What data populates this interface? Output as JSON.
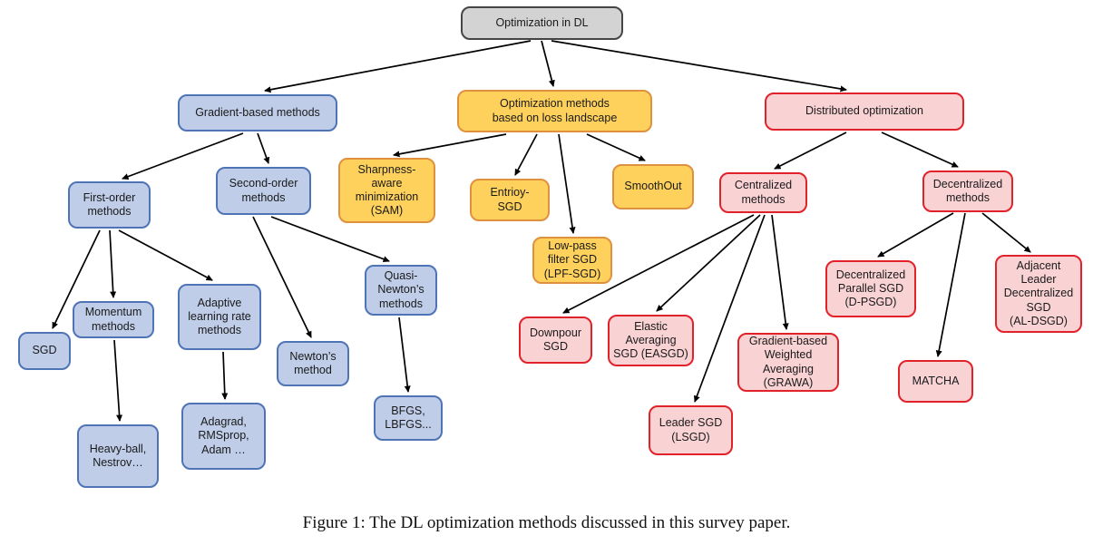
{
  "figure": {
    "caption": "Figure 1: The DL optimization methods discussed in this survey paper."
  },
  "palette": {
    "root_fill": "#d3d3d3",
    "root_border": "#454545",
    "gradient_fill": "#bfcde9",
    "gradient_border": "#4f74b6",
    "landscape_fill": "#fed15c",
    "landscape_border": "#e0913f",
    "distributed_fill": "#f9d2d4",
    "distributed_border": "#e2222a",
    "arrow_color": "#000000"
  },
  "tree": {
    "label": "Optimization in DL",
    "children": [
      {
        "label": "Gradient-based methods",
        "children": [
          {
            "label": "First-order\nmethods",
            "children": [
              {
                "label": "SGD"
              },
              {
                "label": "Momentum\nmethods",
                "children": [
                  {
                    "label": "Heavy-ball,\nNestrov…"
                  }
                ]
              },
              {
                "label": "Adaptive\nlearning rate\nmethods",
                "children": [
                  {
                    "label": "Adagrad,\nRMSprop,\nAdam …"
                  }
                ]
              }
            ]
          },
          {
            "label": "Second-order\nmethods",
            "children": [
              {
                "label": "Newton’s\nmethod"
              },
              {
                "label": "Quasi-\nNewton’s\nmethods",
                "children": [
                  {
                    "label": "BFGS,\nLBFGS..."
                  }
                ]
              }
            ]
          }
        ]
      },
      {
        "label": "Optimization methods\nbased on loss landscape",
        "children": [
          {
            "label": "Sharpness-\naware\nminimization\n(SAM)"
          },
          {
            "label": "Entrioy-\nSGD"
          },
          {
            "label": "Low-pass\nfilter SGD\n(LPF-SGD)"
          },
          {
            "label": "SmoothOut"
          }
        ]
      },
      {
        "label": "Distributed optimization",
        "children": [
          {
            "label": "Centralized\nmethods",
            "children": [
              {
                "label": "Downpour\nSGD"
              },
              {
                "label": "Elastic\nAveraging\nSGD (EASGD)"
              },
              {
                "label": "Leader SGD\n(LSGD)"
              },
              {
                "label": "Gradient-based\nWeighted\nAveraging\n(GRAWA)"
              }
            ]
          },
          {
            "label": "Decentralized\nmethods",
            "children": [
              {
                "label": "Decentralized\nParallel SGD\n(D-PSGD)"
              },
              {
                "label": "MATCHA"
              },
              {
                "label": "Adjacent\nLeader\nDecentralized\nSGD\n(AL-DSGD)"
              }
            ]
          }
        ]
      }
    ]
  }
}
